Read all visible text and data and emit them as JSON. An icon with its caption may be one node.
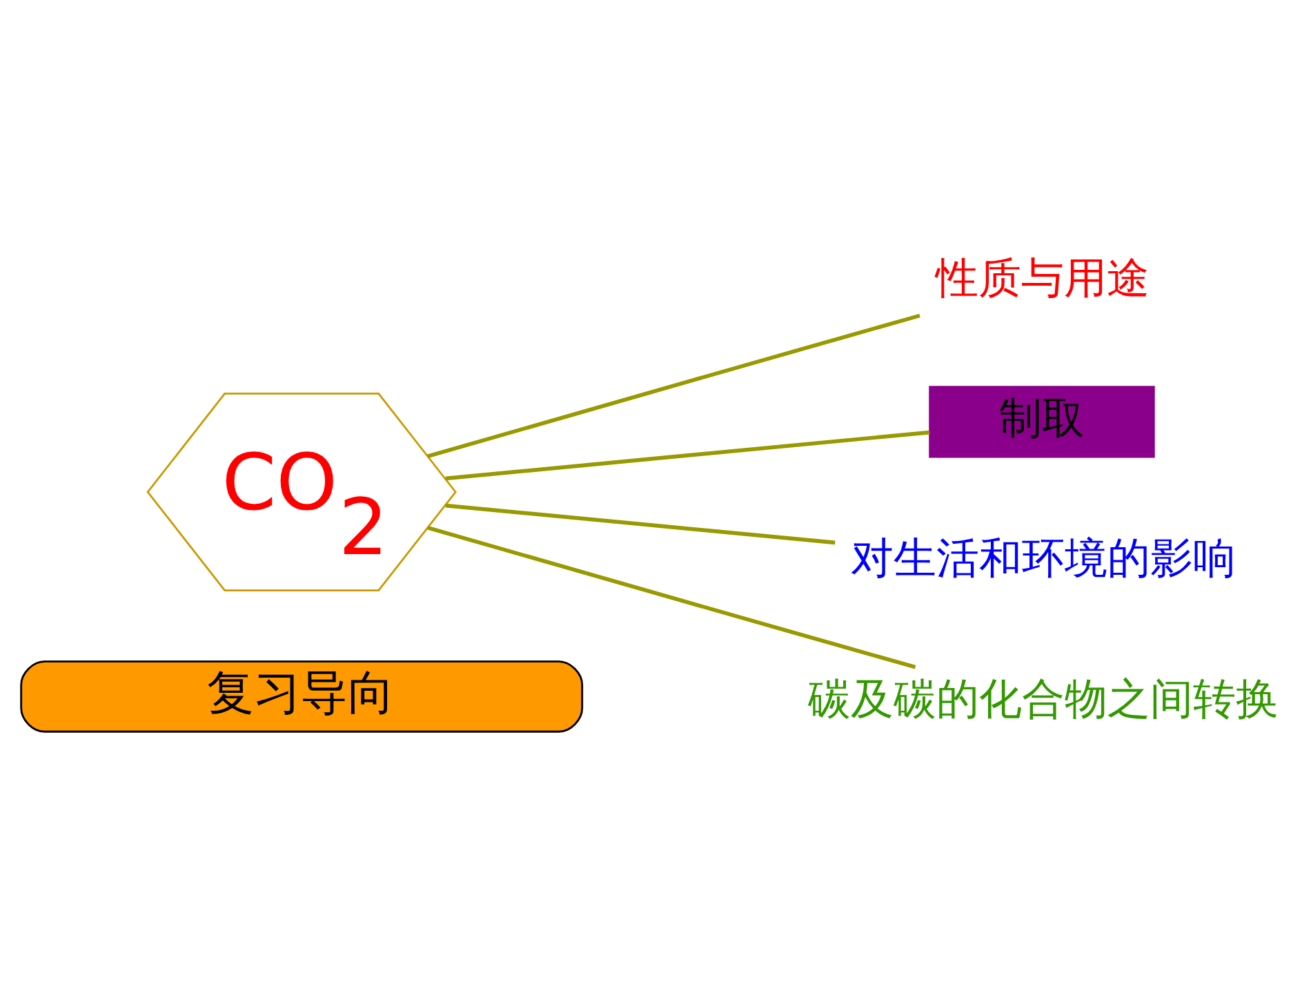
{
  "diagram": {
    "nodes": [
      {
        "text": [
          "复习导向"
        ]
      },
      {
        "text": [
          "CO$_{2}$"
        ]
      },
      {
        "text": [
          "性质与用途"
        ]
      },
      {
        "text": [
          "制取"
        ]
      },
      {
        "text": [
          "对生活和环境的影响"
        ]
      },
      {
        "text": [
          "碳及碳的化合物之间转换"
        ]
      }
    ],
    "edges": [
      {
        "from": 1,
        "to": 2,
        "arrow": "none"
      },
      {
        "from": 1,
        "to": 3,
        "arrow": "none"
      },
      {
        "from": 1,
        "to": 4,
        "arrow": "none"
      },
      {
        "from": 1,
        "to": 5,
        "arrow": "none"
      }
    ]
  }
}
